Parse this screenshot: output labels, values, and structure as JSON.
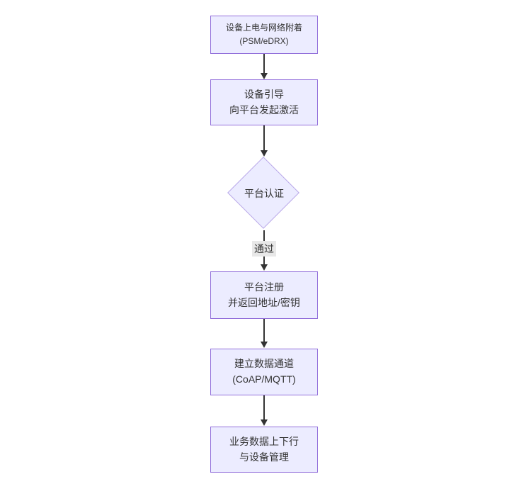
{
  "diagram": {
    "type": "flowchart",
    "direction": "top-down",
    "colors": {
      "node_fill": "#ECECFF",
      "node_border": "#9370DB",
      "text": "#333333",
      "edge": "#333333",
      "edge_label_bg": "#e8e8e8",
      "background": "#ffffff"
    },
    "nodes": [
      {
        "id": "n1",
        "shape": "rect",
        "lines": [
          "设备上电与网络附着",
          "(PSM/eDRX)"
        ]
      },
      {
        "id": "n2",
        "shape": "rect",
        "lines": [
          "设备引导",
          "向平台发起激活"
        ]
      },
      {
        "id": "n3",
        "shape": "diamond",
        "lines": [
          "平台认证"
        ]
      },
      {
        "id": "n4",
        "shape": "rect",
        "lines": [
          "平台注册",
          "并返回地址/密钥"
        ]
      },
      {
        "id": "n5",
        "shape": "rect",
        "lines": [
          "建立数据通道",
          "(CoAP/MQTT)"
        ]
      },
      {
        "id": "n6",
        "shape": "rect",
        "lines": [
          "业务数据上下行",
          "与设备管理"
        ]
      }
    ],
    "edges": [
      {
        "from": "n1",
        "to": "n2",
        "label": ""
      },
      {
        "from": "n2",
        "to": "n3",
        "label": ""
      },
      {
        "from": "n3",
        "to": "n4",
        "label": "通过"
      },
      {
        "from": "n4",
        "to": "n5",
        "label": ""
      },
      {
        "from": "n5",
        "to": "n6",
        "label": ""
      }
    ]
  }
}
